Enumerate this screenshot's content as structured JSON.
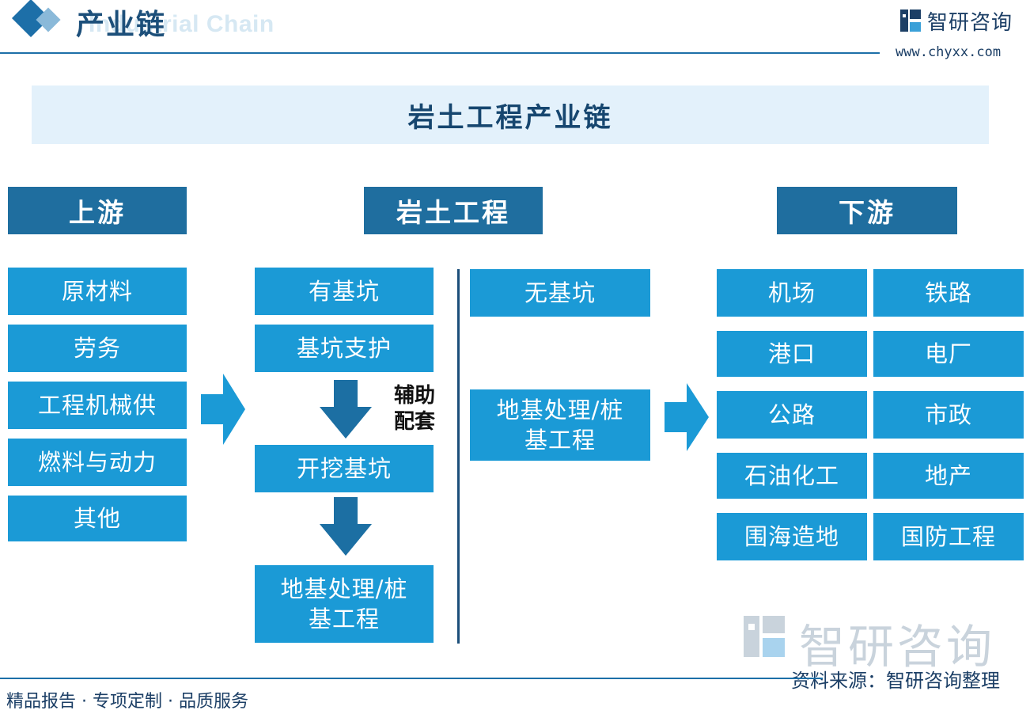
{
  "header": {
    "title": "产业链",
    "subtitle": "Industrial Chain",
    "brand_name": "智研咨询",
    "brand_url": "www.chyxx.com"
  },
  "diagram": {
    "title": "岩土工程产业链",
    "upstream": {
      "header": "上游",
      "items": [
        "原材料",
        "劳务",
        "工程机械供",
        "燃料与动力",
        "其他"
      ]
    },
    "midstream": {
      "header": "岩土工程",
      "pit_branch": [
        "有基坑",
        "基坑支护",
        "开挖基坑",
        "地基处理/桩基工程"
      ],
      "aux_label": "辅助配套",
      "no_pit_branch": [
        "无基坑",
        "地基处理/桩基工程"
      ]
    },
    "downstream": {
      "header": "下游",
      "items": [
        "机场",
        "铁路",
        "港口",
        "电厂",
        "公路",
        "市政",
        "石油化工",
        "地产",
        "围海造地",
        "国防工程"
      ]
    }
  },
  "watermark": {
    "text": "智研咨询"
  },
  "footer": {
    "left": "精品报告 · 专项定制 · 品质服务",
    "source": "资料来源：智研咨询整理"
  },
  "colors": {
    "primary": "#1d6fa8",
    "box": "#1b9ad6",
    "header_box": "#1f6e9f",
    "title_band": "#e3f1fb",
    "text_dark": "#1c3f66"
  }
}
